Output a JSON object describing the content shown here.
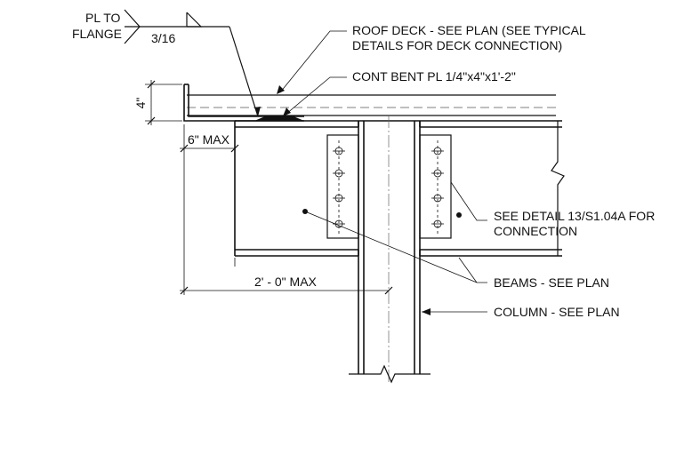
{
  "weld": {
    "label_line1": "PL TO",
    "label_line2": "FLANGE",
    "size": "3/16"
  },
  "callouts": {
    "roof_deck_line1": "ROOF DECK - SEE PLAN (SEE TYPICAL",
    "roof_deck_line2": "DETAILS FOR DECK CONNECTION)",
    "bent_plate": "CONT BENT PL 1/4\"x4\"x1'-2\"",
    "connection_line1": "SEE DETAIL 13/S1.04A FOR",
    "connection_line2": "CONNECTION",
    "beams": "BEAMS - SEE PLAN",
    "column": "COLUMN - SEE PLAN"
  },
  "dimensions": {
    "plate_height": "4\"",
    "overhang": "6\" MAX",
    "span": "2' - 0\" MAX"
  }
}
